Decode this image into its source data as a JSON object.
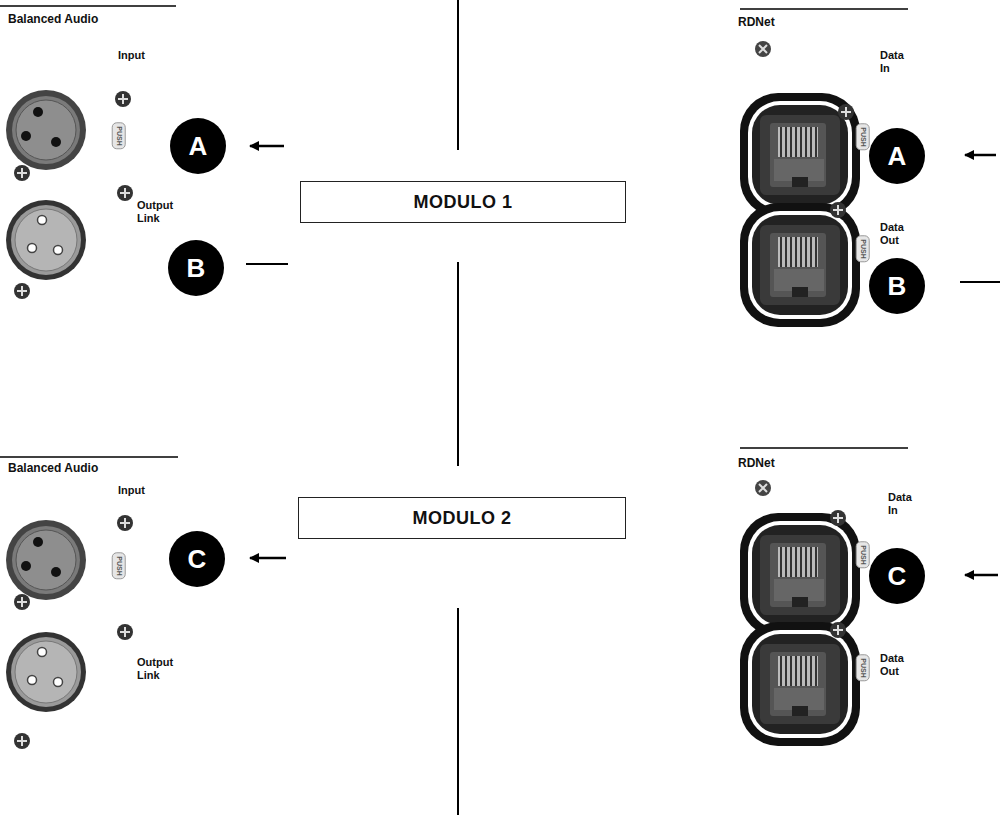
{
  "diagram": {
    "nodes": [
      {
        "text": [
          "A"
        ]
      },
      {
        "text": [
          "A"
        ]
      },
      {
        "text": [
          "MODULO 1"
        ]
      },
      {
        "text": [
          "B"
        ]
      },
      {
        "text": [
          "B"
        ]
      },
      {
        "text": [
          "C"
        ]
      },
      {
        "text": [
          "MODULO 2"
        ]
      },
      {
        "text": [
          "C"
        ]
      }
    ],
    "labels": [
      "Balanced Audio",
      "Input",
      "PUSH",
      "Output Link",
      "RDNet",
      "Data In",
      "PUSH",
      "Data Out",
      "PUSH",
      "Balanced Audio",
      "Input",
      "PUSH",
      "Output Link",
      "RDNet",
      "Data In",
      "PUSH",
      "Data Out",
      "PUSH"
    ]
  }
}
